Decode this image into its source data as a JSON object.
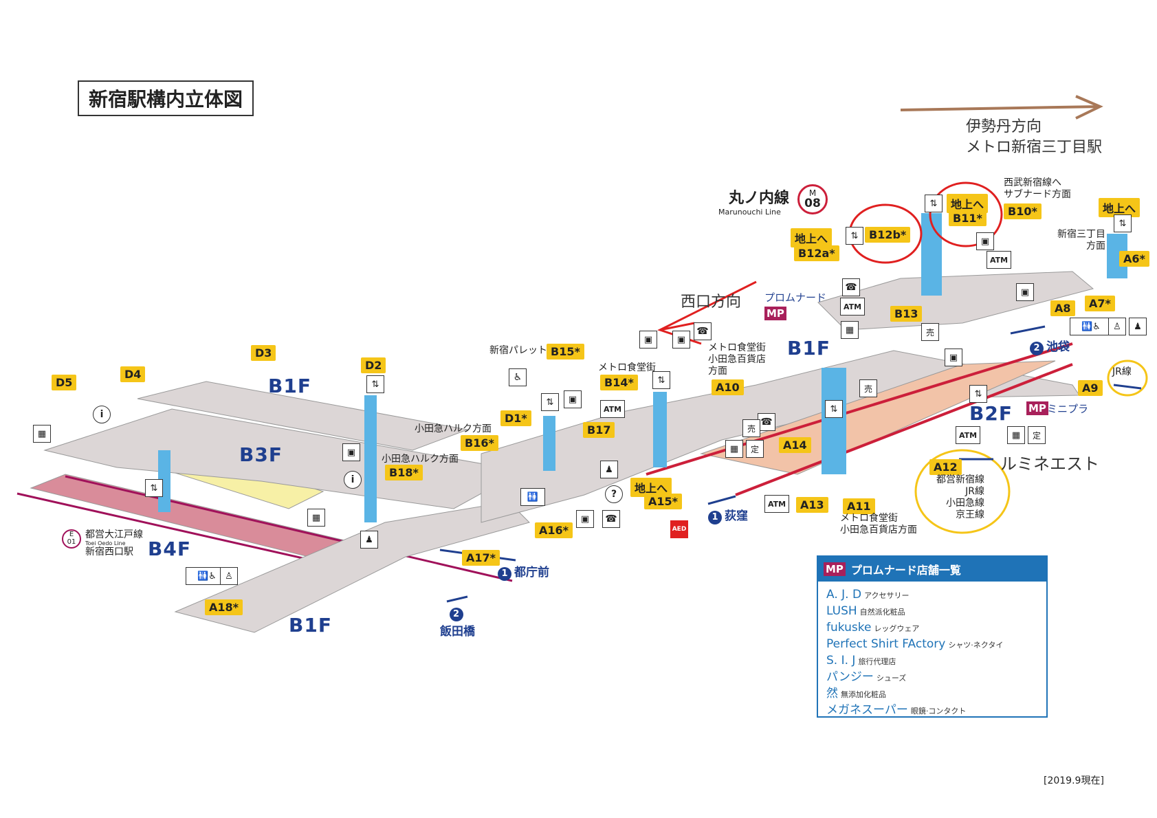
{
  "map_title": "新宿駅構内立体図",
  "date_note": "[2019.9現在]",
  "line": {
    "name_jp": "丸ノ内線",
    "name_en": "Marunouchi Line",
    "code_letter": "M",
    "code_num": "08"
  },
  "oedo": {
    "name_jp": "都営大江戸線",
    "name_en": "Toei Oedo Line",
    "station": "新宿西口駅",
    "code_letter": "E",
    "code_num": "01"
  },
  "floors": {
    "b1f_left": "B1F",
    "b3f": "B3F",
    "b4f": "B4F",
    "b1f_bottom": "B1F",
    "b1f_right": "B1F",
    "b2f": "B2F"
  },
  "exits": {
    "d5": "D5",
    "d4": "D4",
    "d3": "D3",
    "d2": "D2",
    "d1": "D1*",
    "b15": "B15*",
    "b14": "B14*",
    "b16": "B16*",
    "b17": "B17",
    "b18": "B18*",
    "a10": "A10",
    "a14": "A14",
    "a13": "A13",
    "a11": "A11",
    "a12": "A12",
    "a15": "A15*",
    "a16": "A16*",
    "a17": "A17*",
    "a18": "A18*",
    "b12a": "B12a*",
    "b12b": "B12b*",
    "b11": "B11*",
    "b10": "B10*",
    "b13": "B13",
    "a6": "A6*",
    "a7": "A7*",
    "a8": "A8",
    "a9": "A9"
  },
  "to_surface": [
    "地上へ",
    "地上へ",
    "地上へ",
    "地上へ"
  ],
  "notes": {
    "shinjuku_pallet": "新宿パレット",
    "metro_food1": "メトロ食堂街",
    "odakyu_halc1": "小田急ハルク方面",
    "odakyu_halc2": "小田急ハルク方面",
    "metro_food_odakyu": [
      "メトロ食堂街",
      "小田急百貨店",
      "方面"
    ],
    "promenade": "プロムナード",
    "seibu": [
      "西武新宿線へ",
      "サブナード方面"
    ],
    "shinjuku3": [
      "新宿三丁目",
      "方面"
    ],
    "a11_note": [
      "メトロ食堂街",
      "小田急百貨店方面"
    ],
    "a12_lines": [
      "都営新宿線",
      "JR線",
      "小田急線",
      "京王線"
    ],
    "jr_line": "JR線",
    "minipla": "ミニプラ"
  },
  "handwritten": {
    "isetan": "伊勢丹方向",
    "metro_3chome": "メトロ新宿三丁目駅",
    "nishiguchi": "西口方向",
    "lumine": "ルミネエスト"
  },
  "directions": {
    "ikebukuro": {
      "num": "2",
      "label": "池袋"
    },
    "ogikubo": {
      "num": "1",
      "label": "荻窪"
    },
    "tochomae": {
      "num": "1",
      "label": "都庁前"
    },
    "iidabashi": {
      "num": "2",
      "label": "飯田橋"
    }
  },
  "legend": {
    "badge": "MP",
    "title": "プロムナード店舗一覧",
    "items": [
      {
        "name": "A. J. D",
        "category": "アクセサリー"
      },
      {
        "name": "LUSH",
        "category": "自然派化粧品"
      },
      {
        "name": "fukuske",
        "category": "レッグウェア"
      },
      {
        "name": "Perfect Shirt FActory",
        "category": "シャツ·ネクタイ"
      },
      {
        "name": "S. I. J",
        "category": "旅行代理店"
      },
      {
        "name": "パンジー",
        "category": "シューズ"
      },
      {
        "name": "然",
        "category": "無添加化粧品"
      },
      {
        "name": "メガネスーパー",
        "category": "眼鏡·コンタクト"
      }
    ]
  },
  "icon_labels": {
    "atm": "ATM",
    "aed": "AED",
    "mp": "MP",
    "info": "i",
    "question": "?"
  },
  "colors": {
    "floor": "#d9d3d3",
    "b3f": "#f7f0a6",
    "b4f": "#d98c9a",
    "b2f": "#f2c3a8",
    "pillar": "#5ab4e5",
    "exit": "#f5c518",
    "track": "#cc1f3a",
    "annotation_red": "#e02020",
    "annotation_brown": "#a87858",
    "annotation_yellow": "#f5c518"
  }
}
